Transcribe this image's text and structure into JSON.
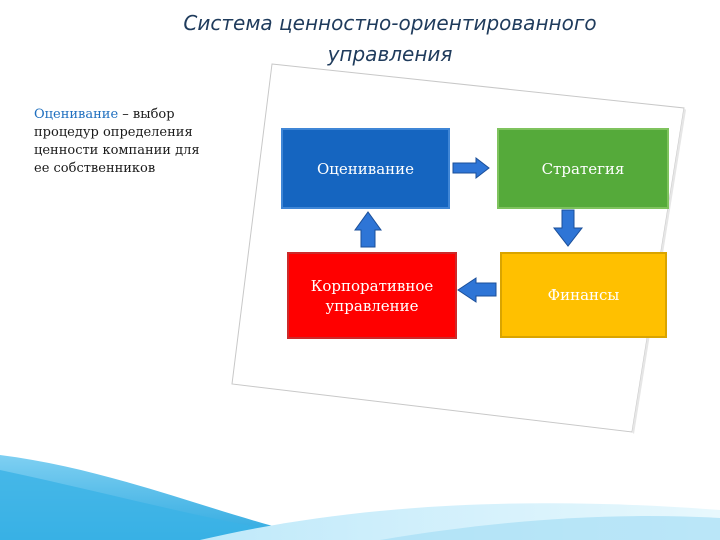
{
  "title": "Система ценностно-ориентированного управления",
  "description": {
    "term": "Оценивание",
    "rest": " – выбор процедур определения ценности компании для ее собственников"
  },
  "boxes": {
    "valuation": "Оценивание",
    "strategy": "Стратегия",
    "governance": "Корпоративное управление",
    "finance": "Финансы"
  },
  "colors": {
    "valuation": "#1565c0",
    "strategy": "#55aa3a",
    "governance": "#ff0000",
    "finance": "#ffc000",
    "arrows": "#2e75d6"
  }
}
